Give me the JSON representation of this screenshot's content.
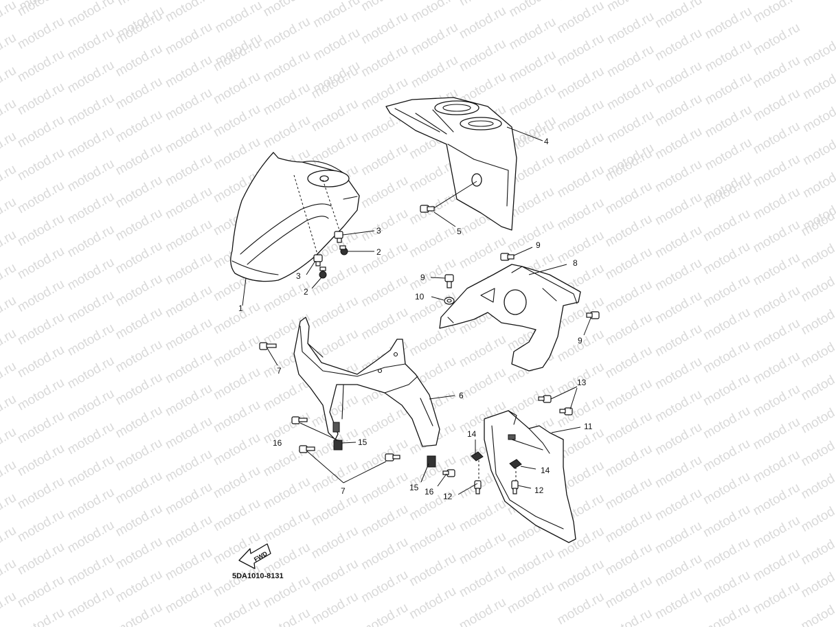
{
  "watermark": {
    "text": "motod.ru",
    "color": "#d9d9d9"
  },
  "diagram_code": "5DA1010-8131",
  "fwd_label": "FWD",
  "callouts": [
    {
      "id": "c1",
      "label": "1"
    },
    {
      "id": "c2a",
      "label": "2"
    },
    {
      "id": "c2b",
      "label": "2"
    },
    {
      "id": "c3a",
      "label": "3"
    },
    {
      "id": "c3b",
      "label": "3"
    },
    {
      "id": "c4",
      "label": "4"
    },
    {
      "id": "c5",
      "label": "5"
    },
    {
      "id": "c6",
      "label": "6"
    },
    {
      "id": "c7a",
      "label": "7"
    },
    {
      "id": "c7b",
      "label": "7"
    },
    {
      "id": "c8",
      "label": "8"
    },
    {
      "id": "c9a",
      "label": "9"
    },
    {
      "id": "c9b",
      "label": "9"
    },
    {
      "id": "c9c",
      "label": "9"
    },
    {
      "id": "c10",
      "label": "10"
    },
    {
      "id": "c11",
      "label": "11"
    },
    {
      "id": "c12a",
      "label": "12"
    },
    {
      "id": "c12b",
      "label": "12"
    },
    {
      "id": "c13",
      "label": "13"
    },
    {
      "id": "c14a",
      "label": "14"
    },
    {
      "id": "c14b",
      "label": "14"
    },
    {
      "id": "c15a",
      "label": "15"
    },
    {
      "id": "c15b",
      "label": "15"
    },
    {
      "id": "c16a",
      "label": "16"
    },
    {
      "id": "c16b",
      "label": "16"
    }
  ]
}
